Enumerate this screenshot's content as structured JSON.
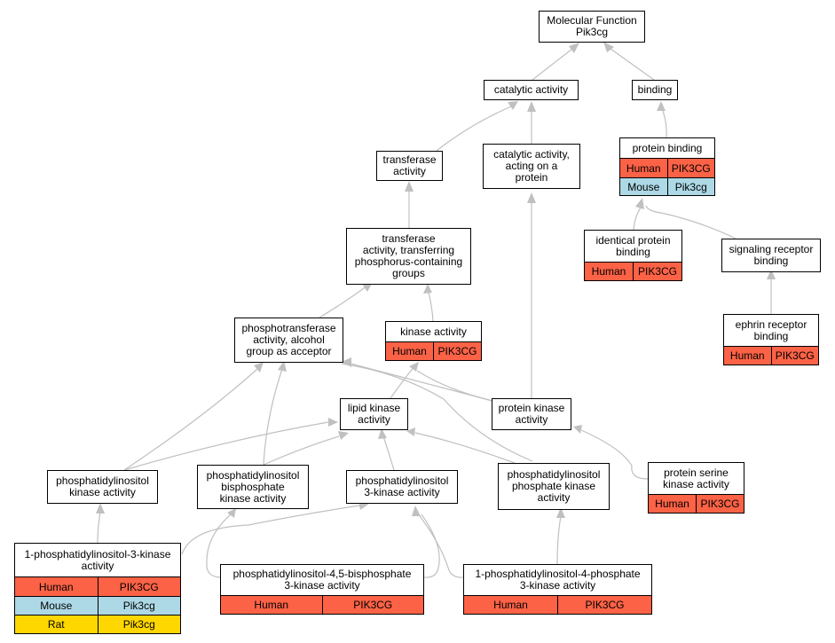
{
  "colors": {
    "human": "#fc6246",
    "mouse": "#add8e6",
    "rat": "#ffd700",
    "edge": "#c0c0c0"
  },
  "nodes": {
    "root": {
      "label": "Molecular Function\nPik3cg"
    },
    "catalytic": {
      "label": "catalytic activity"
    },
    "binding": {
      "label": "binding"
    },
    "transferase": {
      "label": "transferase\nactivity"
    },
    "cat_protein": {
      "label": "catalytic activity,\nacting on a\nprotein"
    },
    "protein_binding": {
      "label": "protein binding",
      "rows": [
        {
          "species": "Human",
          "gene": "PIK3CG"
        },
        {
          "species": "Mouse",
          "gene": "Pik3cg"
        }
      ]
    },
    "transferase_p": {
      "label": "transferase\nactivity, transferring\nphosphorus-containing\ngroups"
    },
    "identical": {
      "label": "identical protein\nbinding",
      "rows": [
        {
          "species": "Human",
          "gene": "PIK3CG"
        }
      ]
    },
    "signaling": {
      "label": "signaling receptor\nbinding"
    },
    "phosphotransferase": {
      "label": "phosphotransferase\nactivity, alcohol\ngroup as acceptor"
    },
    "kinase": {
      "label": "kinase activity",
      "rows": [
        {
          "species": "Human",
          "gene": "PIK3CG"
        }
      ]
    },
    "ephrin": {
      "label": "ephrin receptor\nbinding",
      "rows": [
        {
          "species": "Human",
          "gene": "PIK3CG"
        }
      ]
    },
    "lipid_kinase": {
      "label": "lipid kinase\nactivity"
    },
    "protein_kinase": {
      "label": "protein kinase\nactivity"
    },
    "pi_kinase": {
      "label": "phosphatidylinositol\nkinase activity"
    },
    "pip2_kinase": {
      "label": "phosphatidylinositol\nbisphosphate\nkinase activity"
    },
    "pi3k": {
      "label": "phosphatidylinositol\n3-kinase activity"
    },
    "pip_kinase": {
      "label": "phosphatidylinositol\nphosphate kinase\nactivity"
    },
    "ser_kinase": {
      "label": "protein serine\nkinase activity",
      "rows": [
        {
          "species": "Human",
          "gene": "PIK3CG"
        }
      ]
    },
    "pi3k_1": {
      "label": "1-phosphatidylinositol-3-kinase\nactivity",
      "rows": [
        {
          "species": "Human",
          "gene": "PIK3CG"
        },
        {
          "species": "Mouse",
          "gene": "Pik3cg"
        },
        {
          "species": "Rat",
          "gene": "Pik3cg"
        }
      ]
    },
    "pip2_3k": {
      "label": "phosphatidylinositol-4,5-bisphosphate\n3-kinase activity",
      "rows": [
        {
          "species": "Human",
          "gene": "PIK3CG"
        }
      ]
    },
    "pi4p_3k": {
      "label": "1-phosphatidylinositol-4-phosphate\n3-kinase activity",
      "rows": [
        {
          "species": "Human",
          "gene": "PIK3CG"
        }
      ]
    }
  },
  "edges": [
    [
      "catalytic",
      "root"
    ],
    [
      "binding",
      "root"
    ],
    [
      "transferase",
      "catalytic"
    ],
    [
      "cat_protein",
      "catalytic"
    ],
    [
      "protein_binding",
      "binding"
    ],
    [
      "transferase_p",
      "transferase"
    ],
    [
      "identical",
      "protein_binding"
    ],
    [
      "signaling",
      "protein_binding"
    ],
    [
      "phosphotransferase",
      "transferase_p"
    ],
    [
      "kinase",
      "transferase_p"
    ],
    [
      "ephrin",
      "signaling"
    ],
    [
      "lipid_kinase",
      "kinase"
    ],
    [
      "protein_kinase",
      "kinase"
    ],
    [
      "protein_kinase",
      "phosphotransferase"
    ],
    [
      "protein_kinase",
      "cat_protein"
    ],
    [
      "pi_kinase",
      "phosphotransferase"
    ],
    [
      "pi_kinase",
      "lipid_kinase"
    ],
    [
      "pip2_kinase",
      "phosphotransferase"
    ],
    [
      "pip2_kinase",
      "lipid_kinase"
    ],
    [
      "pi3k",
      "lipid_kinase"
    ],
    [
      "pip_kinase",
      "lipid_kinase"
    ],
    [
      "pip_kinase",
      "phosphotransferase"
    ],
    [
      "ser_kinase",
      "protein_kinase"
    ],
    [
      "pi3k_1",
      "pi_kinase"
    ],
    [
      "pi3k_1",
      "pi3k"
    ],
    [
      "pip2_3k",
      "pip2_kinase"
    ],
    [
      "pip2_3k",
      "pi3k"
    ],
    [
      "pi4p_3k",
      "pi3k"
    ],
    [
      "pi4p_3k",
      "pip_kinase"
    ]
  ]
}
